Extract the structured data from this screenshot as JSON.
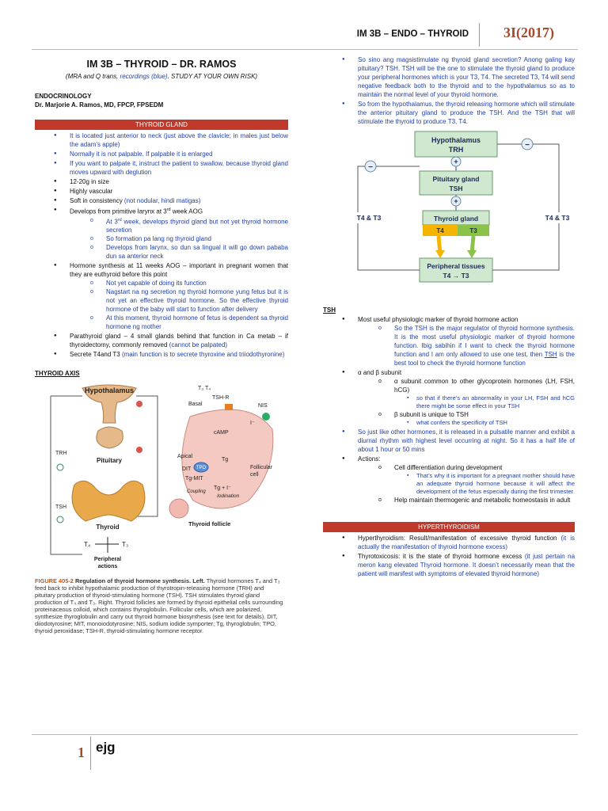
{
  "header": {
    "title": "IM 3B – ENDO – THYROID",
    "tag": "3I(2017)"
  },
  "doc": {
    "title": "IM 3B – THYROID – DR. RAMOS",
    "subtitle_a": "(MRA and Q trans, ",
    "subtitle_blue": "recordings (blue)",
    "subtitle_b": ". STUDY AT YOUR OWN RISK)",
    "org": "ENDOCRINOLOGY",
    "author": "Dr. Marjorie A. Ramos, MD, FPCP, FPSEDM"
  },
  "thyroid_gland": {
    "heading": "THYROID GLAND",
    "b1": "It is located just anterior to neck (just above the clavicle; in males just below the adam’s apple)",
    "b2": "Normally it is not palpable. If palpable it is enlarged",
    "b3": "If you want to palpate it, instruct the patient to swallow, because thyroid gland moves upward with deglution",
    "b4": "12-20g in size",
    "b5": "Highly vascular",
    "b6a": "Soft in consistency ",
    "b6b": "(not nodular, hindi matigas)",
    "b7a": "Develops from primitive larynx at 3",
    "b7sup": "rd",
    "b7b": " week AOG",
    "b7s1a": "At 3",
    "b7s1sup": "rd",
    "b7s1b": " week, develops thyroid gland but not yet thyroid hormone secretion",
    "b7s2": "So formation pa lang ng thyroid gland",
    "b7s3": "Develops from larynx, so dun sa lingual it will go down pababa dun sa anterior neck",
    "b8": "Hormone synthesis at 11 weeks AOG – important in pregnant women that they are euthyroid before this point",
    "b8s1": "Not yet capable of doing its function",
    "b8s2": "Nagstart na ng secretion ng thyroid hormone yung fetus but it is not yet an effective thyroid hormone. So the effective thyroid hormone of the baby will start to function after delivery",
    "b8s3": "At this moment, thyroid hormone of fetus is dependent sa thyroid hormone ng mother",
    "b9a": "Parathyroid gland – 4 small glands behind that function in Ca metab – if thyroidectomy, commonly removed ",
    "b9b": "(cannot be palpated)",
    "b10a": "Secrete T4and T3 ",
    "b10b": "(main function is to secrete thyroxine and triiodothyronine)"
  },
  "thyroid_axis": {
    "heading": "THYROID AXIS",
    "labels": {
      "hypothalamus": "Hypothalamus",
      "pituitary": "Pituitary",
      "trh": "TRH",
      "tsh": "TSH",
      "thyroid": "Thyroid",
      "thyroid_follicle": "Thyroid follicle",
      "t4": "T₄",
      "t3": "T₃",
      "peripheral": "Peripheral",
      "actions": "actions",
      "ta_t4": "T₃  T₄",
      "basal": "Basal",
      "tshr": "TSH-R",
      "nis": "NIS",
      "iodide": "I⁻",
      "camp": "cAMP",
      "apical": "Apical",
      "dit": "DIT",
      "tpo": "TPO",
      "tg": "Tg",
      "tgmit": "Tg-MIT",
      "coupling": "Coupling",
      "tg_i": "Tg + I⁻",
      "iodination": "Iodination",
      "follicular": "Follicular",
      "cell": "cell"
    },
    "caption_label": "FIGURE 405-2",
    "caption_title": "Regulation of thyroid hormone synthesis.",
    "caption_left": "Left.",
    "caption_text": "Thyroid hormones T₄ and T₃ feed back to inhibit hypothalamic production of thyrotropin-releasing hormone (TRH) and pituitary production of thyroid-stimulating hormone (TSH). TSH stimulates thyroid gland production of T₄ and T₃. Right. Thyroid follicles are formed by thyroid epithelial cells surrounding proteinaceous colloid, which contains thyroglobulin. Follicular cells, which are polarized, synthesize thyroglobulin and carry out thyroid hormone biosynthesis (see text for details). DIT, diiodotyrosine; MIT, monoiodotyrosine; NIS, sodium iodide symporter; Tg, thyroglobulin; TPO, thyroid peroxidase; TSH-R, thyroid-stimulating hormone receptor."
  },
  "right_intro": {
    "b1": "So sino ang magsistimulate ng thyroid gland secretion? Anong galing kay pituitary? TSH. TSH will be the one to stimulate the thyroid gland to produce your peripheral hormones which is your T3, T4. The secreted T3, T4 will send negative feedback both to the thyroid and to the hypothalamus so as to maintain the normal level of your thyroid hormone.",
    "b2": "So from the hypothalamus, the thyroid releasing hormone which will stimulate the anterior pituitary gland to produce the TSH. And the TSH that will stimulate the thyroid to produce T3, T4."
  },
  "hpt_diagram": {
    "hypothalamus": "Hypothalamus",
    "trh": "TRH",
    "pituitary": "Pituitary gland",
    "tsh": "TSH",
    "thyroid": "Thyroid gland",
    "t4": "T4",
    "t3": "T3",
    "peripheral": "Peripheral tissues",
    "conversion": "T4 → T3",
    "feedback_left": "T4 & T3",
    "feedback_right": "T4 & T3",
    "plus": "+",
    "minus": "−"
  },
  "tsh": {
    "heading": "TSH",
    "b1": "Most useful physiologic marker of thyroid hormone action",
    "b1s1a": "So the TSH is the major regulator of thyroid hormone synthesis. It is the most useful physiologic marker of thyroid hormone function. Ibig sabihin if I want to check the thyroid hormone function and I am only allowed to use one test, then ",
    "b1s1u": "TSH",
    "b1s1b": " is the best tool to check the thyroid hormone function",
    "b2": "α and β subunit",
    "b2s1": "α subunit common to other glycoprotein hormones (LH, FSH, hCG)",
    "b2s1a": "so that if there’s an abnormality in your LH, FSH and hCG there might be some effect in your TSH",
    "b2s2": "β subunit is unique to TSH",
    "b2s2a": "what confers the specificity of TSH",
    "b3": "So just like other hormones, it is released in a pulsatile manner and exhibit a diurnal rhythm with highest level occurring at night. So it has a half life of about 1 hour or 50 mins",
    "b4": "Actions:",
    "b4s1": "Cell differentiation during development",
    "b4s1a": "That’s why it is important for a pregnant mother should have an adequate thyroid hormone because it will affect the development of the fetus especially during the first trimester",
    "b4s2": "Help maintain thermogenic and metabolic homeostasis in adult"
  },
  "hyper": {
    "heading": "HYPERTHYROIDISM",
    "b1a": "Hyperthyroidism: Result/manifestation of excessive thyroid function ",
    "b1b": "(it is actually the manifestation of thyroid hormone excess)",
    "b2a": "Thyrotoxicosis: it is the state of thyroid hormone excess ",
    "b2b": "(it just pertain na meron kang elevated Thyroid hormone. It doesn’t necessarily mean that the patient will manifest with symptoms of elevated thyroid hormone)"
  },
  "footer": {
    "page": "1",
    "initials": "ejg"
  },
  "colors": {
    "section_bar": "#c0392b",
    "recording_blue": "#1f3fa8",
    "accent_brown": "#a54a2a"
  }
}
